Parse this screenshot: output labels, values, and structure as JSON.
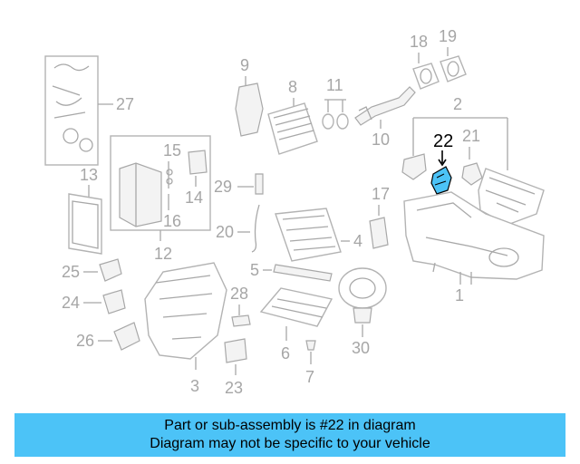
{
  "diagram": {
    "highlight_color": "#4cc3f7",
    "highlighted_part": "22",
    "labels": {
      "p1": "1",
      "p2": "2",
      "p3": "3",
      "p4": "4",
      "p5": "5",
      "p6": "6",
      "p7": "7",
      "p8": "8",
      "p9": "9",
      "p10": "10",
      "p11": "11",
      "p12": "12",
      "p13": "13",
      "p14": "14",
      "p15": "15",
      "p16": "16",
      "p17": "17",
      "p18": "18",
      "p19": "19",
      "p20": "20",
      "p21": "21",
      "p22": "22",
      "p23": "23",
      "p24": "24",
      "p25": "25",
      "p26": "26",
      "p27": "27",
      "p28": "28",
      "p29": "29",
      "p30": "30"
    }
  },
  "banner": {
    "line1": "Part or sub-assembly is #22 in diagram",
    "line2": "Diagram may not be specific to your vehicle"
  }
}
